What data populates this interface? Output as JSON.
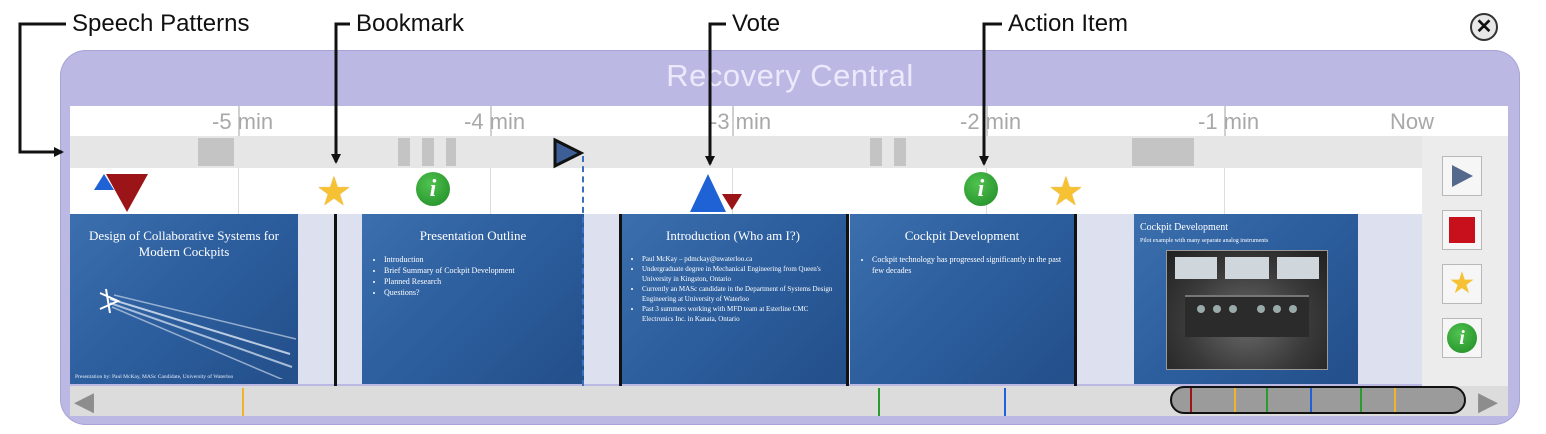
{
  "callouts": {
    "speech_patterns": "Speech Patterns",
    "bookmark": "Bookmark",
    "vote": "Vote",
    "action_item": "Action Item"
  },
  "window": {
    "title": "Recovery Central",
    "close_glyph": "✕"
  },
  "timeline": {
    "ticks": [
      "-5 min",
      "-4 min",
      "-3 min",
      "-2 min",
      "-1 min",
      "Now"
    ]
  },
  "slides": [
    {
      "title": "Design of Collaborative Systems for Modern Cockpits",
      "footer": "Presentation by: Paul McKay, MASc Candidate, University of Waterloo"
    },
    {
      "title": "Presentation Outline",
      "bullets": [
        "Introduction",
        "Brief Summary of Cockpit Development",
        "Planned Research",
        "Questions?"
      ]
    },
    {
      "title": "Introduction (Who am I?)",
      "bullets": [
        "Paul McKay – pdmckay@uwaterloo.ca",
        "Undergraduate degree in Mechanical Engineering from Queen's University in Kingston, Ontario",
        "Currently an MASc candidate in the Department of Systems Design Engineering at University of Waterloo",
        "Past 3 summers working with MFD team at Esterline CMC Electronics Inc. in Kanata, Ontario"
      ]
    },
    {
      "title": "Cockpit Development",
      "bullets": [
        "Cockpit technology has progressed significantly in the past few decades"
      ]
    },
    {
      "title": "Cockpit Development",
      "subtitle": "Pilot example with many separate analog instruments"
    }
  ],
  "colors": {
    "window": "#bcb8e4",
    "slide_blue": "#2d5f9f",
    "bookmark_star": "#f6c132",
    "action_green": "#2a9b2f",
    "vote_blue": "#1f62d6",
    "vote_red": "#9b1417",
    "stop_red": "#c8101c",
    "play_blue": "#55698f"
  },
  "icons": {
    "play": "play-icon",
    "stop": "stop-icon",
    "bookmark": "star-icon",
    "action_item": "info-icon",
    "scroll_left": "◀",
    "scroll_right": "▶",
    "star_glyph": "★",
    "info_glyph": "i"
  }
}
